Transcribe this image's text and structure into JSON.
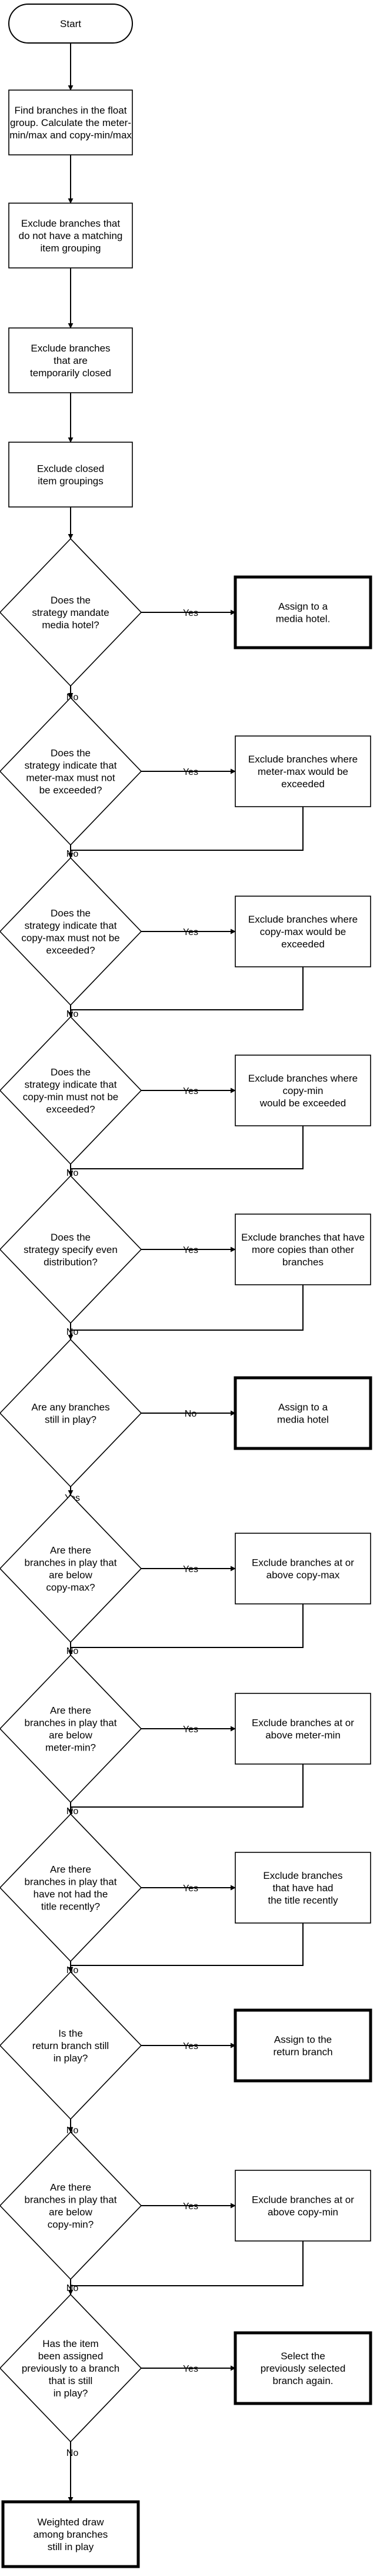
{
  "start": "Start",
  "steps": [
    [
      "Find branches in the float",
      "group. Calculate the meter-",
      "min/max and copy-min/max"
    ],
    [
      "Exclude branches that",
      "do not have a matching",
      "item grouping"
    ],
    [
      "Exclude branches",
      "that are",
      "temporarily closed"
    ],
    [
      "Exclude closed",
      "item groupings"
    ]
  ],
  "decisions": [
    {
      "question": [
        "Does the",
        "strategy mandate",
        "media hotel?"
      ],
      "action": [
        "Assign to a",
        "media hotel."
      ],
      "terminal": true,
      "yes": "Yes",
      "no": "No"
    },
    {
      "question": [
        "Does the",
        "strategy indicate that",
        "meter-max must not",
        "be exceeded?"
      ],
      "action": [
        "Exclude branches where",
        "meter-max would be",
        "exceeded"
      ],
      "terminal": false,
      "yes": "Yes",
      "no": "No"
    },
    {
      "question": [
        "Does the",
        "strategy indicate that",
        "copy-max must not be",
        "exceeded?"
      ],
      "action": [
        "Exclude branches where",
        "copy-max would be",
        "exceeded"
      ],
      "terminal": false,
      "yes": "Yes",
      "no": "No"
    },
    {
      "question": [
        "Does the",
        "strategy indicate that",
        "copy-min must not be",
        "exceeded?"
      ],
      "action": [
        "Exclude branches where",
        "copy-min",
        "would be exceeded"
      ],
      "terminal": false,
      "yes": "Yes",
      "no": "No"
    },
    {
      "question": [
        "Does the",
        "strategy specify even",
        "distribution?"
      ],
      "action": [
        "Exclude branches that have",
        "more copies than other",
        "branches"
      ],
      "terminal": false,
      "yes": "Yes",
      "no": "No"
    },
    {
      "question": [
        "Are any branches",
        "still in play?"
      ],
      "action": [
        "Assign to a",
        "media hotel"
      ],
      "terminal": true,
      "yes": "No",
      "no": "Yes"
    },
    {
      "question": [
        "Are there",
        "branches in play that",
        "are below",
        "copy-max?"
      ],
      "action": [
        "Exclude branches at or",
        "above copy-max"
      ],
      "terminal": false,
      "yes": "Yes",
      "no": "No"
    },
    {
      "question": [
        "Are there",
        "branches in play that",
        "are below",
        "meter-min?"
      ],
      "action": [
        "Exclude branches at or",
        "above meter-min"
      ],
      "terminal": false,
      "yes": "Yes",
      "no": "No"
    },
    {
      "question": [
        "Are there",
        "branches in play that",
        "have not had the",
        "title recently?"
      ],
      "action": [
        "Exclude branches",
        "that have had",
        "the title recently"
      ],
      "terminal": false,
      "yes": "Yes",
      "no": "No"
    },
    {
      "question": [
        "Is the",
        "return branch still",
        "in play?"
      ],
      "action": [
        "Assign to the",
        "return branch"
      ],
      "terminal": true,
      "yes": "Yes",
      "no": "No"
    },
    {
      "question": [
        "Are there",
        "branches in play that",
        "are below",
        "copy-min?"
      ],
      "action": [
        "Exclude branches at or",
        "above copy-min"
      ],
      "terminal": false,
      "yes": "Yes",
      "no": "No"
    },
    {
      "question": [
        "Has the item",
        "been assigned",
        "previously to a branch",
        "that is still",
        "in play?"
      ],
      "action": [
        "Select the",
        "previously selected",
        "branch again."
      ],
      "terminal": true,
      "yes": "Yes",
      "no": "No"
    }
  ],
  "end": [
    "Weighted draw",
    "among branches",
    "still in play"
  ]
}
